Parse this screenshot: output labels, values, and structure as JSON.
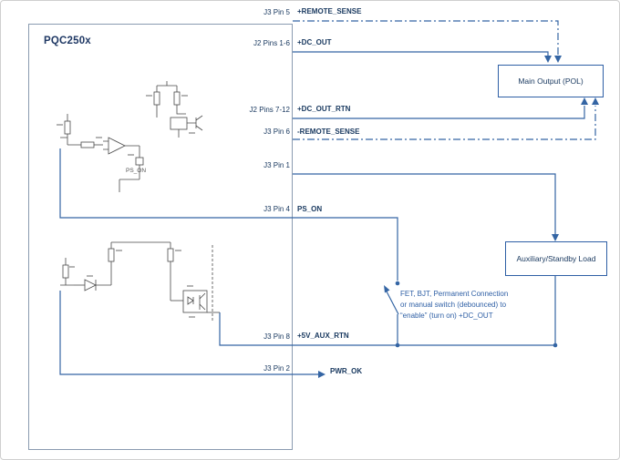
{
  "module": {
    "title": "PQC250x",
    "internal_label_ps_on": "PS_ON"
  },
  "pins": {
    "j3_pin_5": "J3 Pin 5",
    "j2_pins_1_6": "J2 Pins 1-6",
    "j2_pins_7_12": "J2 Pins 7-12",
    "j3_pin_6": "J3 Pin 6",
    "j3_pin_1": "J3 Pin 1",
    "j3_pin_4": "J3 Pin 4",
    "j3_pin_8": "J3 Pin 8",
    "j3_pin_2": "J3 Pin 2"
  },
  "signals": {
    "remote_sense_pos": "+REMOTE_SENSE",
    "dc_out": "+DC_OUT",
    "dc_out_rtn": "+DC_OUT_RTN",
    "remote_sense_neg": "-REMOTE_SENSE",
    "ps_on": "PS_ON",
    "aux_rtn_5v": "+5V_AUX_RTN",
    "pwr_ok": "PWR_OK"
  },
  "loads": {
    "main_output": "Main Output (POL)",
    "aux_standby": "Auxiliary/Standby Load"
  },
  "annotation": {
    "line1": "FET, BJT, Permanent Connection",
    "line2": "or manual switch (debounced) to",
    "line3": "“enable” (turn on) +DC_OUT"
  },
  "colors": {
    "wire": "#3465a4",
    "label_text": "#17375e",
    "annotation_text": "#2e5fa5",
    "schematic": "#4a4a4a"
  }
}
